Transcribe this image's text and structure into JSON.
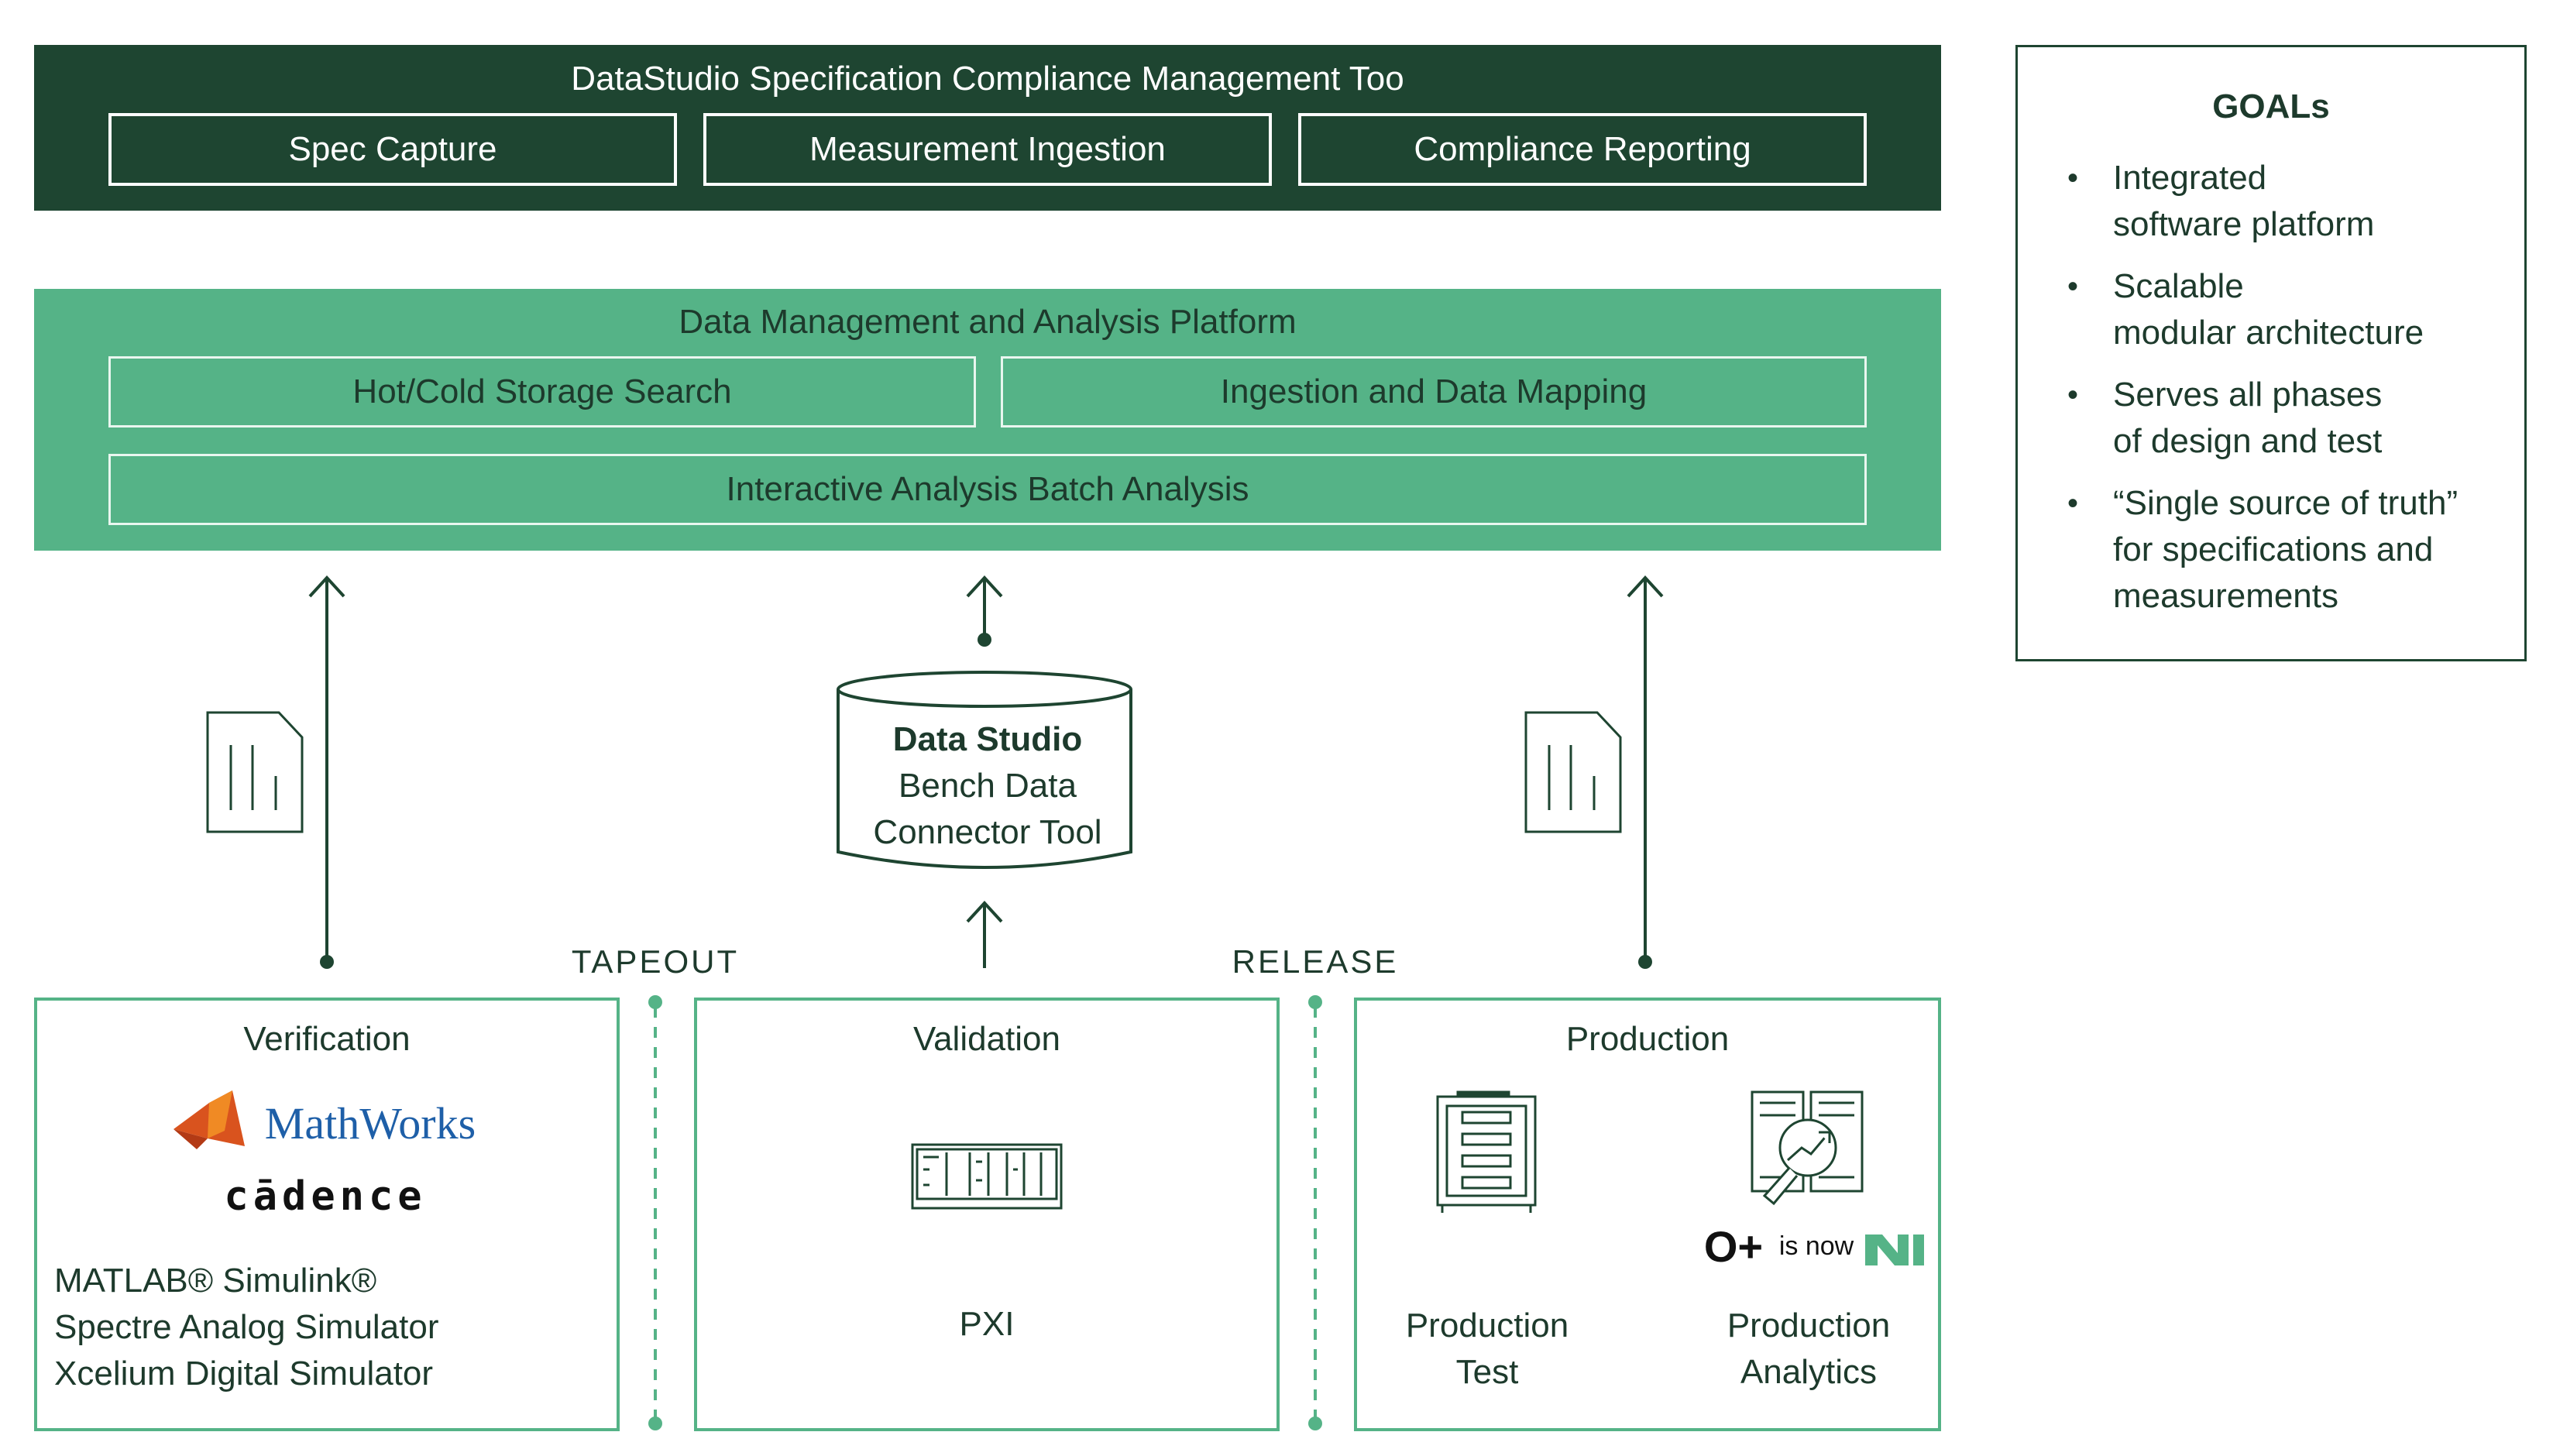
{
  "top": {
    "title": "DataStudio Specification Compliance Management Too",
    "boxes": [
      "Spec Capture",
      "Measurement Ingestion",
      "Compliance Reporting"
    ]
  },
  "platform": {
    "title": "Data Management and Analysis Platform",
    "box_storage": "Hot/Cold Storage Search",
    "box_ingestion": "Ingestion and Data Mapping",
    "box_analysis": "Interactive Analysis Batch Analysis"
  },
  "goals": {
    "title": "GOALs",
    "items": [
      [
        "Integrated",
        "software platform"
      ],
      [
        "Scalable",
        "modular architecture"
      ],
      [
        "Serves all phases",
        "of design and test"
      ],
      [
        "“Single source of truth”",
        "for specifications and",
        "measurements"
      ]
    ]
  },
  "connector": {
    "line1": "Data Studio",
    "line2": "Bench Data",
    "line3": "Connector Tool"
  },
  "phases": {
    "tapeout": "TAPEOUT",
    "release": "RELEASE"
  },
  "verification": {
    "title": "Verification",
    "logo_mathworks": "MathWorks",
    "logo_cadence": "cādence",
    "tools": [
      "MATLAB® Simulink®",
      "Spectre Analog Simulator",
      "Xcelium Digital Simulator"
    ]
  },
  "validation": {
    "title": "Validation",
    "label": "PXI"
  },
  "production": {
    "title": "Production",
    "test_label": [
      "Production",
      "Test"
    ],
    "analytics_label": [
      "Production",
      "Analytics"
    ],
    "logo_oplus": "O+",
    "logo_isnow": "is now"
  },
  "colors": {
    "dark_green": "#1e4531",
    "mid_green": "#55b387",
    "text": "#1d3a2c"
  },
  "icons": [
    "document-icon",
    "database-cylinder-icon",
    "mathworks-logo-icon",
    "pxi-chassis-icon",
    "test-rack-icon",
    "analytics-icon",
    "ni-logo-icon"
  ]
}
